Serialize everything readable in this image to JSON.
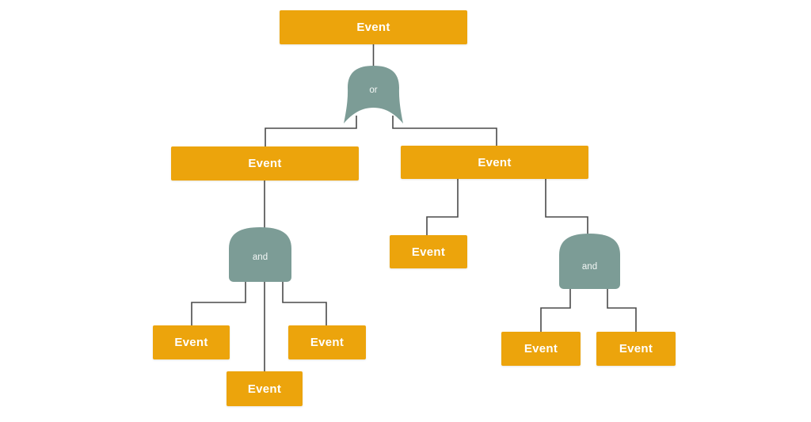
{
  "diagram": {
    "type": "fault-tree",
    "background": "#ffffff",
    "colors": {
      "event_fill": "#ECA40C",
      "gate_fill": "#7C9C96",
      "connector": "#4A4A4A",
      "node_text": "#FFFFFF"
    },
    "nodes": {
      "root_event": {
        "kind": "event",
        "label": "Event"
      },
      "or_gate": {
        "kind": "or-gate",
        "label": "or"
      },
      "branch_left_event": {
        "kind": "event",
        "label": "Event"
      },
      "branch_right_event": {
        "kind": "event",
        "label": "Event"
      },
      "left_and_gate": {
        "kind": "and-gate",
        "label": "and"
      },
      "right_and_gate": {
        "kind": "and-gate",
        "label": "and"
      },
      "left_and_child_left": {
        "kind": "event",
        "label": "Event"
      },
      "left_and_child_middle": {
        "kind": "event",
        "label": "Event"
      },
      "left_and_child_right": {
        "kind": "event",
        "label": "Event"
      },
      "branch_right_child_event": {
        "kind": "event",
        "label": "Event"
      },
      "right_and_child_left": {
        "kind": "event",
        "label": "Event"
      },
      "right_and_child_right": {
        "kind": "event",
        "label": "Event"
      }
    },
    "edges": [
      "root_event -> or_gate",
      "or_gate -> branch_left_event",
      "or_gate -> branch_right_event",
      "branch_left_event -> left_and_gate",
      "left_and_gate -> left_and_child_left",
      "left_and_gate -> left_and_child_middle",
      "left_and_gate -> left_and_child_right",
      "branch_right_event -> branch_right_child_event",
      "branch_right_event -> right_and_gate",
      "right_and_gate -> right_and_child_left",
      "right_and_gate -> right_and_child_right"
    ]
  }
}
